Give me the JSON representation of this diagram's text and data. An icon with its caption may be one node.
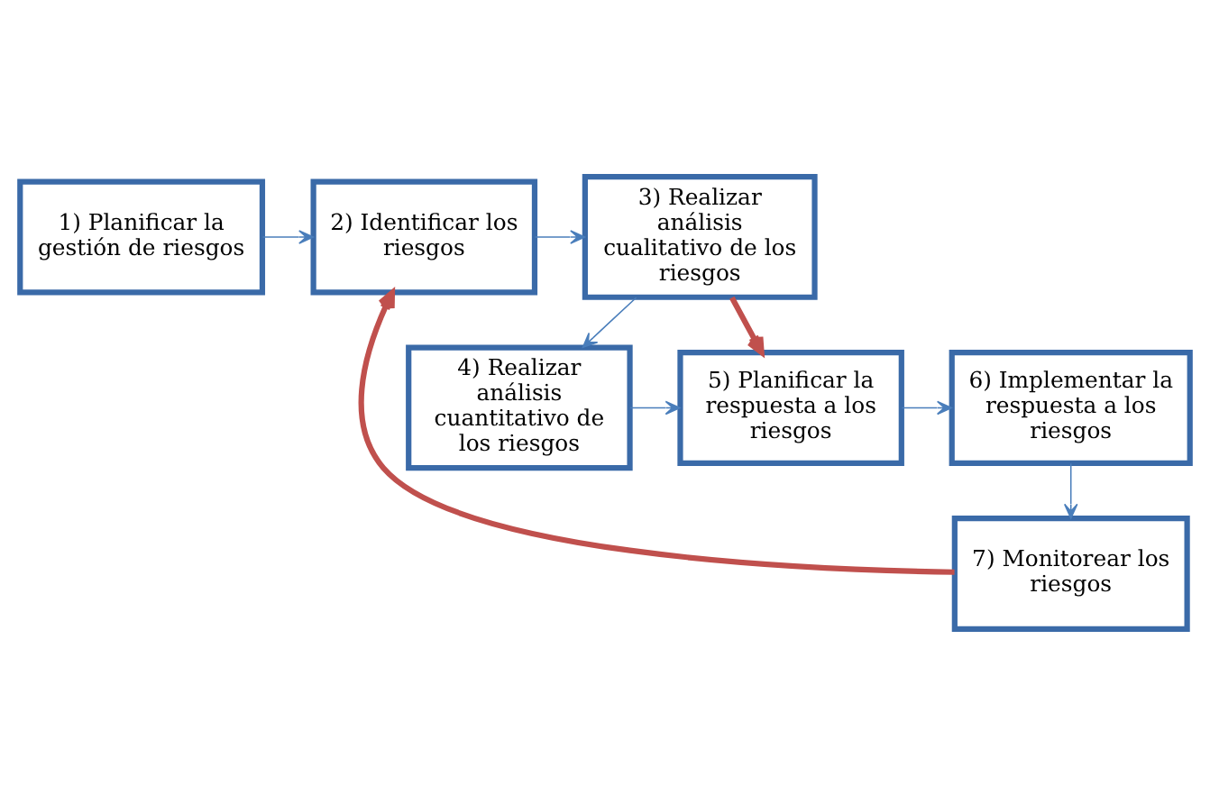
{
  "diagram": {
    "nodes": [
      {
        "text": [
          "1) Planificar la gestión de riesgos"
        ]
      },
      {
        "text": [
          "2) Identificar los riesgos"
        ]
      },
      {
        "text": [
          "3) Realizar análisis cualitativo de los riesgos"
        ]
      },
      {
        "text": [
          "4) Realizar análisis cuantitativo de los riesgos"
        ]
      },
      {
        "text": [
          "5) Planificar la respuesta a los riesgos"
        ]
      },
      {
        "text": [
          "6) Implementar la respuesta a los riesgos"
        ]
      },
      {
        "text": [
          "7) Monitorear los riesgos"
        ]
      }
    ],
    "edges": [
      {
        "from": 0,
        "to": 1,
        "arrow": "to"
      },
      {
        "from": 1,
        "to": 2,
        "arrow": "to"
      },
      {
        "from": 2,
        "to": 3,
        "arrow": "to"
      },
      {
        "from": 2,
        "to": 4,
        "arrow": "to",
        "style": "thick",
        "color": "#c0504d"
      },
      {
        "from": 3,
        "to": 4,
        "arrow": "to"
      },
      {
        "from": 4,
        "to": 5,
        "arrow": "to"
      },
      {
        "from": 5,
        "to": 6,
        "arrow": "to"
      },
      {
        "from": 6,
        "to": 1,
        "arrow": "to",
        "style": "thick",
        "color": "#c0504d"
      }
    ]
  }
}
